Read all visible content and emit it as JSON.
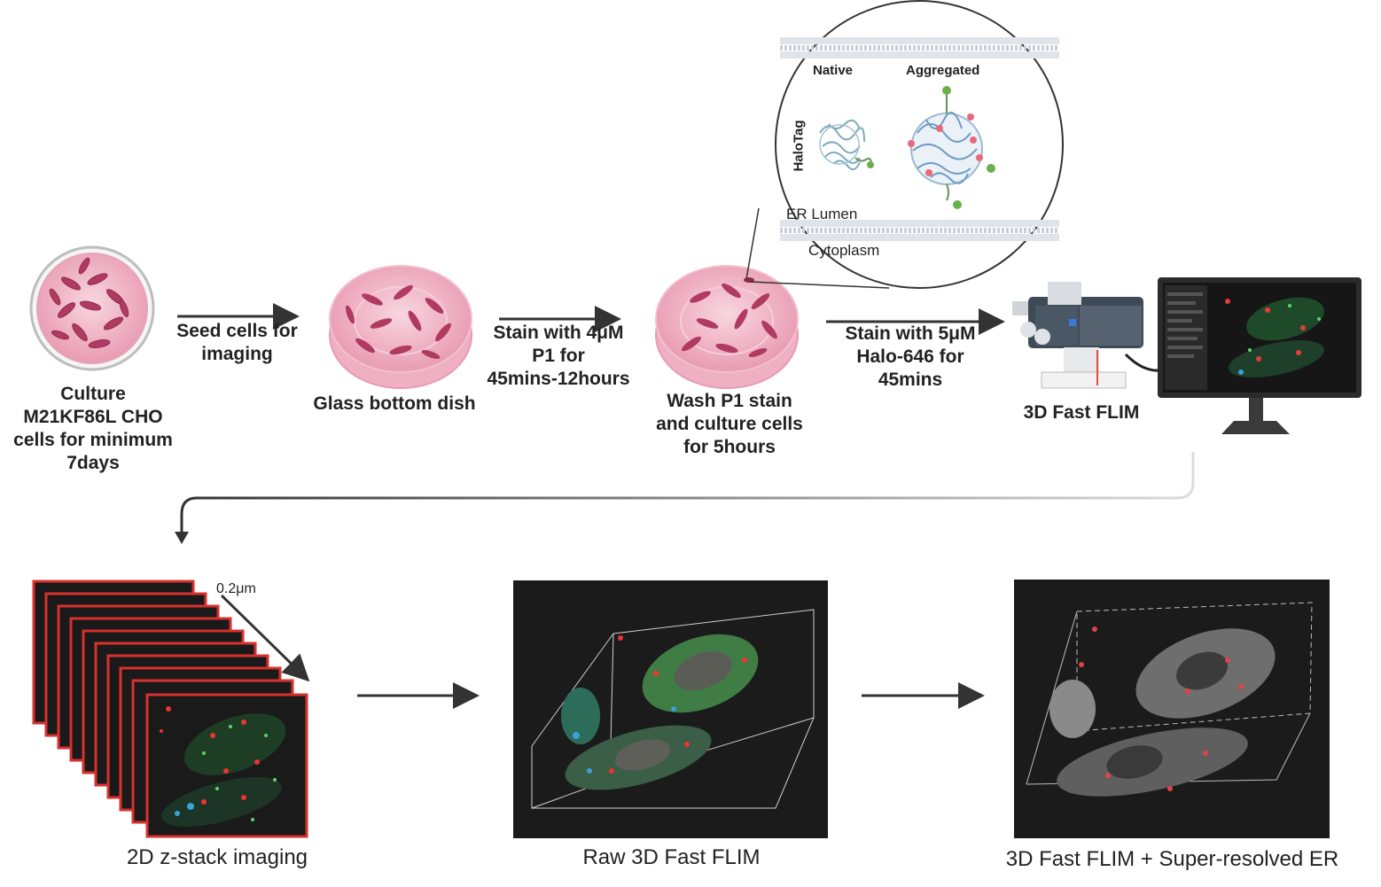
{
  "steps": {
    "culture": [
      "Culture",
      "M21KF86L CHO",
      "cells for minimum",
      "7days"
    ],
    "seed": [
      "Seed cells for",
      "imaging"
    ],
    "dish": "Glass bottom dish",
    "stain_p1": [
      "Stain with 4μM",
      "P1 for",
      "45mins-12hours"
    ],
    "wash": [
      "Wash P1 stain",
      "and culture cells",
      "for 5hours"
    ],
    "stain_halo": [
      "Stain with 5μM",
      "Halo-646 for",
      "45mins"
    ],
    "microscope": "3D Fast FLIM"
  },
  "inset": {
    "native": "Native",
    "aggregated": "Aggregated",
    "halotag": "HaloTag",
    "er_lumen": "ER Lumen",
    "cytoplasm": "Cytoplasm"
  },
  "bottom": {
    "zstack_label": "2D z-stack imaging",
    "step_size": "0.2μm",
    "raw_label": "Raw 3D Fast FLIM",
    "super_label": "3D Fast FLIM + Super-resolved ER"
  },
  "colors": {
    "dish_pink": "#f2b8c8",
    "cell": "#b03a62",
    "arrow": "#333333",
    "frame_red": "#d8302f",
    "image_bg": "#1b1b1b"
  }
}
